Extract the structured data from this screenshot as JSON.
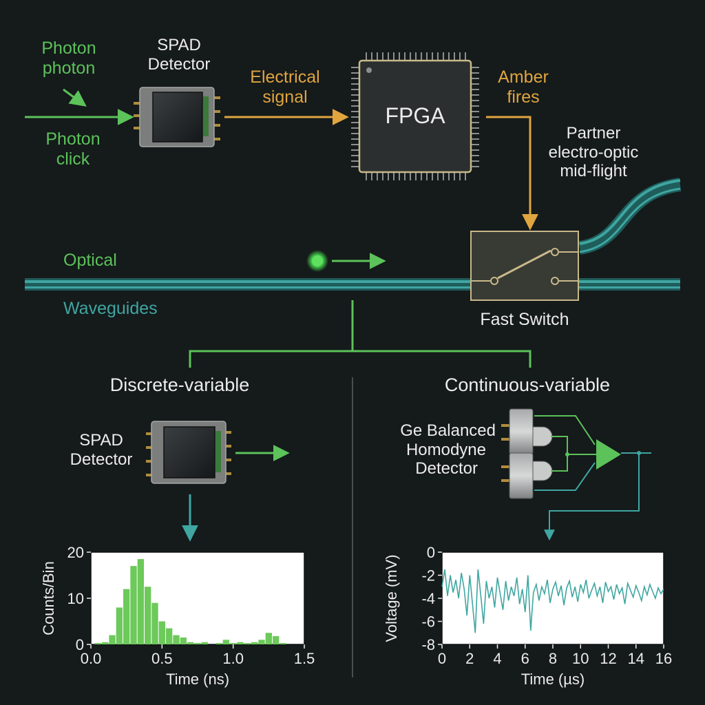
{
  "colors": {
    "background": "#151a1b",
    "green": "#5cc25a",
    "amber": "#e0a53f",
    "teal": "#3fa6a1",
    "waveguide": "#2f8d8a",
    "chip": "#2b2f30",
    "pin": "#b08d3c",
    "switch_box": "#383a34",
    "text": "#ececec",
    "divider": "#4a4e4f"
  },
  "icons": {
    "photon": "glowing-dot",
    "spad": "chip-with-pins",
    "fpga": "square-chip-package",
    "switch": "spdt-switch",
    "photodiode": "cylindrical-photodiode",
    "amplifier": "triangle-amplifier"
  },
  "top": {
    "photon_label_1": "Photon",
    "photon_label_2": "photon",
    "photon_click_1": "Photon",
    "photon_click_2": "click",
    "spad_label_1": "SPAD",
    "spad_label_2": "Detector",
    "electrical_1": "Electrical",
    "electrical_2": "signal",
    "fpga": "FPGA",
    "amber_1": "Amber",
    "amber_2": "fires",
    "partner_1": "Partner",
    "partner_2": "electro-optic",
    "partner_3": "mid-flight"
  },
  "middle": {
    "optical": "Optical",
    "waveguides": "Waveguides",
    "fast_switch": "Fast Switch"
  },
  "branches": {
    "discrete": "Discrete-variable",
    "continuous": "Continuous-variable",
    "spad_1": "SPAD",
    "spad_2": "Detector",
    "homodyne_1": "Ge Balanced",
    "homodyne_2": "Homodyne",
    "homodyne_3": "Detector"
  },
  "chart_data": [
    {
      "type": "bar",
      "xlabel": "Time (ns)",
      "ylabel": "Counts/Bin",
      "xlim": [
        0.0,
        1.5
      ],
      "ylim": [
        0,
        20
      ],
      "xticks": [
        "0.0",
        "0.5",
        "1.0",
        "1.5"
      ],
      "yticks": [
        "0",
        "10",
        "20"
      ],
      "bin_width": 0.05,
      "x": [
        0.05,
        0.1,
        0.15,
        0.2,
        0.25,
        0.3,
        0.35,
        0.4,
        0.45,
        0.5,
        0.55,
        0.6,
        0.65,
        0.7,
        0.75,
        0.8,
        0.9,
        0.95,
        1.0,
        1.05,
        1.1,
        1.15,
        1.2,
        1.25,
        1.3,
        1.35
      ],
      "values": [
        0.3,
        0.5,
        2,
        8,
        12,
        17,
        18.5,
        12.5,
        9,
        5,
        3.5,
        2,
        1.5,
        0.5,
        0.3,
        0.5,
        0.3,
        1,
        0.3,
        0.5,
        0.3,
        0.5,
        1,
        2.5,
        1.8,
        0.3
      ]
    },
    {
      "type": "line",
      "xlabel": "Time (µs)",
      "ylabel": "Voltage (mV)",
      "xlim": [
        0,
        16
      ],
      "ylim": [
        -8,
        0
      ],
      "xticks": [
        "0",
        "2",
        "4",
        "6",
        "8",
        "10",
        "12",
        "14",
        "16"
      ],
      "yticks": [
        "0",
        "-2",
        "-4",
        "-6",
        "-8"
      ],
      "x": [
        0.0,
        0.2,
        0.4,
        0.6,
        0.8,
        1.0,
        1.2,
        1.4,
        1.6,
        1.8,
        2.0,
        2.2,
        2.4,
        2.6,
        2.8,
        3.0,
        3.2,
        3.4,
        3.6,
        3.8,
        4.0,
        4.2,
        4.4,
        4.6,
        4.8,
        5.0,
        5.2,
        5.4,
        5.6,
        5.8,
        6.0,
        6.2,
        6.4,
        6.6,
        6.8,
        7.0,
        7.2,
        7.4,
        7.6,
        7.8,
        8.0,
        8.2,
        8.4,
        8.6,
        8.8,
        9.0,
        9.2,
        9.4,
        9.6,
        9.8,
        10.0,
        10.2,
        10.4,
        10.6,
        10.8,
        11.0,
        11.2,
        11.4,
        11.6,
        11.8,
        12.0,
        12.2,
        12.4,
        12.6,
        12.8,
        13.0,
        13.2,
        13.4,
        13.6,
        13.8,
        14.0,
        14.2,
        14.4,
        14.6,
        14.8,
        15.0,
        15.2,
        15.4,
        15.6,
        15.8,
        16.0
      ],
      "values": [
        -3.0,
        -1.5,
        -3.8,
        -2.0,
        -3.5,
        -2.4,
        -4.0,
        -1.8,
        -3.2,
        -5.5,
        -2.0,
        -4.5,
        -7.0,
        -1.5,
        -3.8,
        -6.2,
        -2.5,
        -4.0,
        -3.0,
        -4.8,
        -2.2,
        -3.6,
        -5.0,
        -2.5,
        -4.2,
        -3.0,
        -3.8,
        -2.2,
        -4.5,
        -3.2,
        -5.2,
        -2.0,
        -6.8,
        -3.5,
        -2.8,
        -4.2,
        -3.0,
        -3.6,
        -2.4,
        -4.4,
        -3.2,
        -2.6,
        -3.8,
        -2.9,
        -4.6,
        -3.1,
        -2.5,
        -3.9,
        -3.0,
        -4.3,
        -2.8,
        -3.5,
        -2.4,
        -4.0,
        -3.3,
        -2.7,
        -3.8,
        -3.0,
        -4.4,
        -2.6,
        -3.4,
        -3.0,
        -4.1,
        -2.8,
        -3.6,
        -3.1,
        -4.5,
        -2.7,
        -3.3,
        -3.9,
        -2.9,
        -3.5,
        -4.2,
        -3.0,
        -3.7,
        -2.8,
        -3.4,
        -4.0,
        -3.1,
        -3.6,
        -3.2
      ]
    }
  ]
}
